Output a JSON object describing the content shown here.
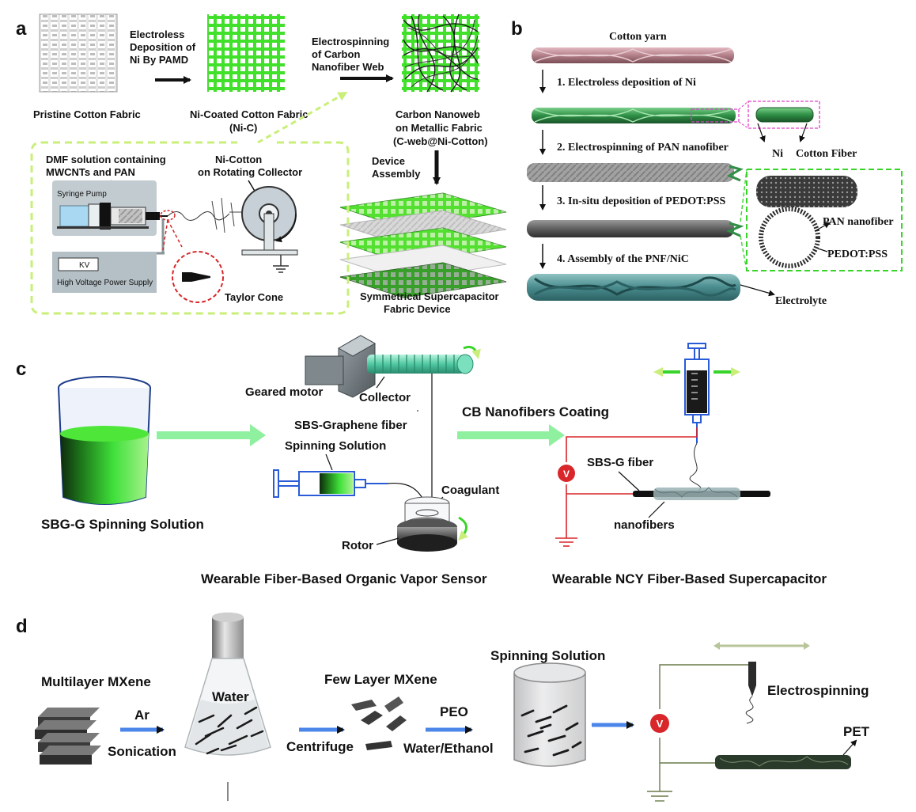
{
  "panels": {
    "a": {
      "letter": "a",
      "pristine": "Pristine Cotton Fabric",
      "step1": [
        "Electroless",
        "Deposition of",
        "Ni By PAMD"
      ],
      "nicoated": [
        "Ni-Coated Cotton Fabric",
        "(Ni-C)"
      ],
      "step2": [
        "Electrospinning",
        "of Carbon",
        "Nanofiber Web"
      ],
      "carbon": [
        "Carbon Nanoweb",
        "on Metallic Fabric",
        "(C-web@Ni-Cotton)"
      ],
      "dmf": [
        "DMF solution containing",
        "MWCNTs and PAN"
      ],
      "nicotton": [
        "Ni-Cotton",
        "on Rotating Collector"
      ],
      "syringe_pump": "Syringe Pump",
      "kv": "KV",
      "hv": "High Voltage Power Supply",
      "taylor": "Taylor Cone",
      "device": [
        "Device",
        "Assembly"
      ],
      "supercap": [
        "Symmetrical Supercapacitor",
        "Fabric Device"
      ]
    },
    "b": {
      "letter": "b",
      "cotton_yarn": "Cotton yarn",
      "step1": "1. Electroless deposition of Ni",
      "ni": "Ni",
      "cotton_fiber": "Cotton Fiber",
      "step2": "2. Electrospinning of PAN nanofiber",
      "step3": "3. In-situ deposition of PEDOT:PSS",
      "pan": "PAN nanofiber",
      "pedot": "PEDOT:PSS",
      "step4": "4. Assembly of the PNF/NiC",
      "electrolyte": "Electrolyte"
    },
    "c": {
      "letter": "c",
      "sbg": "SBG-G Spinning Solution",
      "motor": "Geared motor",
      "collector": "Collector",
      "sbs_fiber": "SBS-Graphene fiber",
      "spinning": "Spinning Solution",
      "coagulant": "Coagulant",
      "rotor": "Rotor",
      "cb": "CB Nanofibers Coating",
      "sbsg": "SBS-G fiber",
      "nanofibers": "nanofibers",
      "v": "V",
      "sensor": "Wearable Fiber-Based Organic Vapor Sensor",
      "supercap": "Wearable NCY Fiber-Based Supercapacitor"
    },
    "d": {
      "letter": "d",
      "multilayer": "Multilayer MXene",
      "ar": "Ar",
      "sonication": "Sonication",
      "water": "Water",
      "few": "Few Layer MXene",
      "centrifuge": "Centrifuge",
      "peo": "PEO",
      "we": "Water/Ethanol",
      "spinning": "Spinning Solution",
      "electro": "Electrospinning",
      "pet": "PET",
      "v": "V"
    }
  },
  "colors": {
    "green": "#39d42a",
    "light_green": "#b8f06a",
    "dash_green": "#c9ef7a",
    "red": "#d8262a",
    "blue_arrow": "#4b86e8",
    "grey": "#8a9398",
    "dark": "#2b2b2b"
  }
}
